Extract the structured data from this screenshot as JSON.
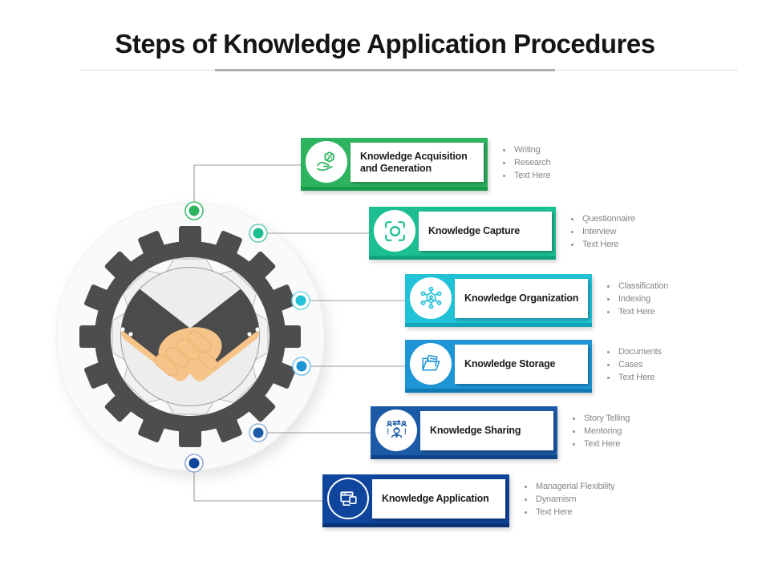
{
  "title": "Steps of Knowledge Application Procedures",
  "steps": [
    {
      "title": "Knowledge Acquisition and Generation",
      "icon": "hand-discount-icon",
      "color": "#2eb35f",
      "color_dark": "#199a4b",
      "dot_ring": "#43bd74",
      "bullets": [
        "Writing",
        "Research",
        "Text Here"
      ]
    },
    {
      "title": "Knowledge Capture",
      "icon": "capture-focus-icon",
      "color": "#1dbf92",
      "color_dark": "#0ea27c",
      "dot_ring": "#62ccb4",
      "bullets": [
        "Questionnaire",
        "Interview",
        "Text Here"
      ]
    },
    {
      "title": "Knowledge Organization",
      "icon": "network-group-icon",
      "color": "#21c1d6",
      "color_dark": "#0fa4b8",
      "dot_ring": "#79d8e3",
      "bullets": [
        "Classification",
        "Indexing",
        "Text Here"
      ]
    },
    {
      "title": "Knowledge Storage",
      "icon": "open-folder-icon",
      "color": "#1e96d6",
      "color_dark": "#1179b4",
      "dot_ring": "#74c1e8",
      "bullets": [
        "Documents",
        "Cases",
        "Text Here"
      ]
    },
    {
      "title": "Knowledge Sharing",
      "icon": "people-sharing-icon",
      "color": "#1b5aa6",
      "color_dark": "#0f4486",
      "dot_ring": "#8fb3d9",
      "bullets": [
        "Story Telling",
        "Mentoring",
        "Text Here"
      ]
    },
    {
      "title": "Knowledge Application",
      "icon": "app-windows-icon",
      "color": "#0f459c",
      "color_dark": "#0a3376",
      "dot_ring": "#93a9d4",
      "bullets": [
        "Managerial Flexibility",
        "Dynamism",
        "Text Here"
      ]
    }
  ],
  "graphic": {
    "label": "gear-handshake",
    "colors": {
      "halo": "#fafafa",
      "gear_dark": "#4d4d4d",
      "gear_light": "#f1f1f1",
      "gear_light_stroke": "#b0b0b0",
      "center_fill": "#ededed",
      "center_stroke": "#9a9a9a",
      "hands": "#f6c489",
      "finger_line": "#eab473",
      "sleeves": "#4b4b4b",
      "connector": "#9b9b9b"
    }
  }
}
